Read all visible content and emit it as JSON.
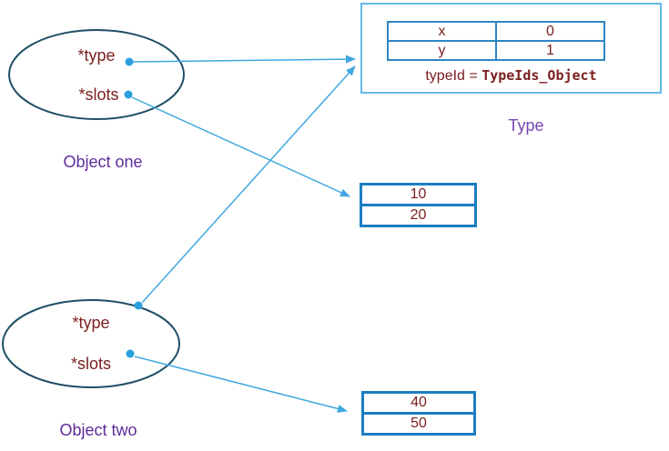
{
  "objects": [
    {
      "name": "Object one",
      "fields": [
        "*type",
        "*slots"
      ]
    },
    {
      "name": "Object two",
      "fields": [
        "*type",
        "*slots"
      ]
    }
  ],
  "type_box": {
    "caption": "Type",
    "table": [
      {
        "key": "x",
        "value": "0"
      },
      {
        "key": "y",
        "value": "1"
      }
    ],
    "type_id_label": "typeId = ",
    "type_id_value": "TypeIds_Object"
  },
  "slot_arrays": [
    {
      "values": [
        "10",
        "20"
      ]
    },
    {
      "values": [
        "40",
        "50"
      ]
    }
  ],
  "colors": {
    "arrow_blue": "#41a8df",
    "dot_blue": "#2b9fde",
    "ellipse_stroke": "#1f4f66",
    "maroon": "#7c2020",
    "purple_caption": "#5e2c9a",
    "purple_type": "#7646b4",
    "outer_box_border": "#62bae8",
    "table_border": "#2e86c4",
    "array_border": "#1b7ec2"
  }
}
